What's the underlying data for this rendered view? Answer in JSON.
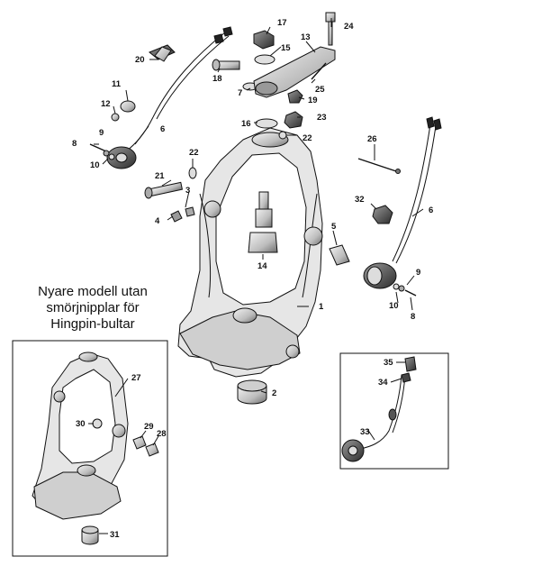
{
  "caption": {
    "line1": "Nyare modell utan",
    "line2": "smörjnipplar för",
    "line3": "Hingpin-bultar"
  },
  "callouts": {
    "p1": "1",
    "p2": "2",
    "p3": "3",
    "p4": "4",
    "p5": "5",
    "p6a": "6",
    "p6b": "6",
    "p7": "7",
    "p8a": "8",
    "p8b": "8",
    "p9a": "9",
    "p9b": "9",
    "p10a": "10",
    "p10b": "10",
    "p11": "11",
    "p12": "12",
    "p13": "13",
    "p14": "14",
    "p15": "15",
    "p16": "16",
    "p17": "17",
    "p18": "18",
    "p19": "19",
    "p20": "20",
    "p21": "21",
    "p22a": "22",
    "p22b": "22",
    "p23": "23",
    "p24": "24",
    "p25": "25",
    "p26": "26",
    "p27": "27",
    "p28": "28",
    "p29": "29",
    "p30": "30",
    "p31": "31",
    "p32": "32",
    "p33": "33",
    "p34": "34",
    "p35": "35"
  }
}
